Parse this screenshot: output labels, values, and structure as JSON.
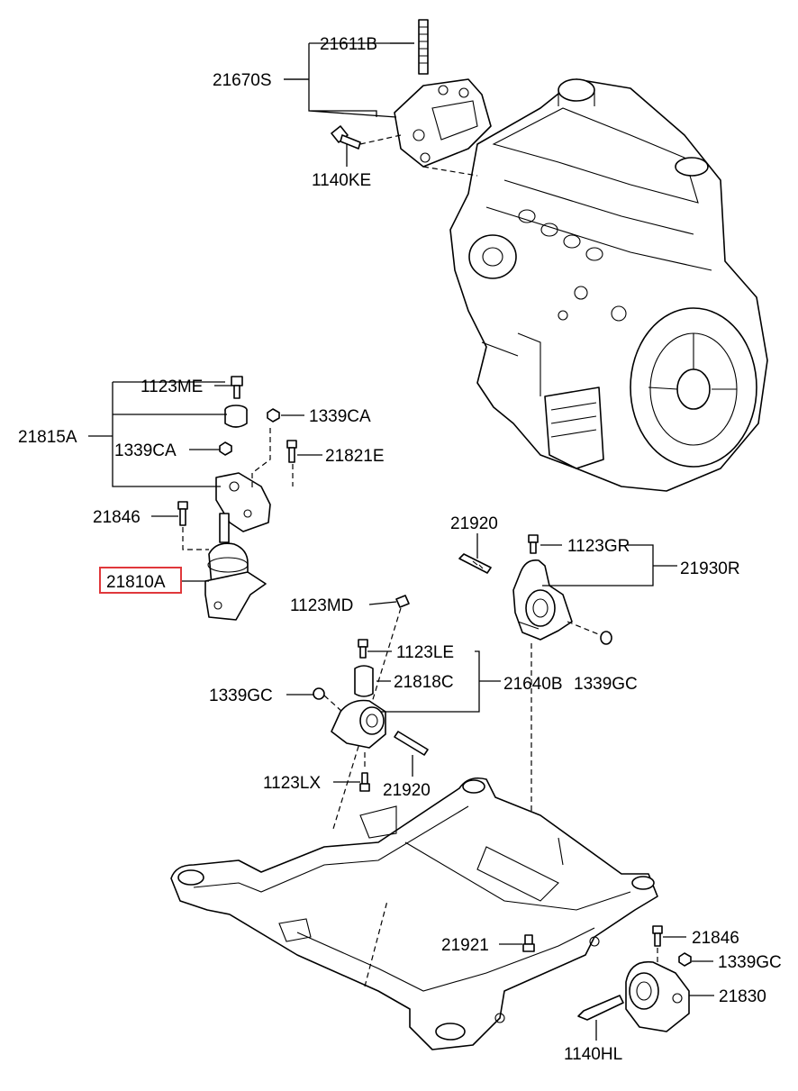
{
  "labels": {
    "l21611B": "21611B",
    "l21670S": "21670S",
    "l1140KE": "1140KE",
    "l1123ME": "1123ME",
    "l1339CA_a": "1339CA",
    "l21815A": "21815A",
    "l1339CA_b": "1339CA",
    "l21821E": "21821E",
    "l21846_a": "21846",
    "l21810A": "21810A",
    "l21920_a": "21920",
    "l1123GR": "1123GR",
    "l21930R": "21930R",
    "l1123MD": "1123MD",
    "l1123LE": "1123LE",
    "l21818C": "21818C",
    "l21640B": "21640B",
    "l1339GC_a": "1339GC",
    "l1339GC_b": "1339GC",
    "l1123LX": "1123LX",
    "l21920_b": "21920",
    "l21921": "21921",
    "l21846_b": "21846",
    "l1339GC_c": "1339GC",
    "l21830": "21830",
    "l1140HL": "1140HL"
  },
  "highlight": {
    "label": "21810A",
    "color": "#e0383b"
  }
}
